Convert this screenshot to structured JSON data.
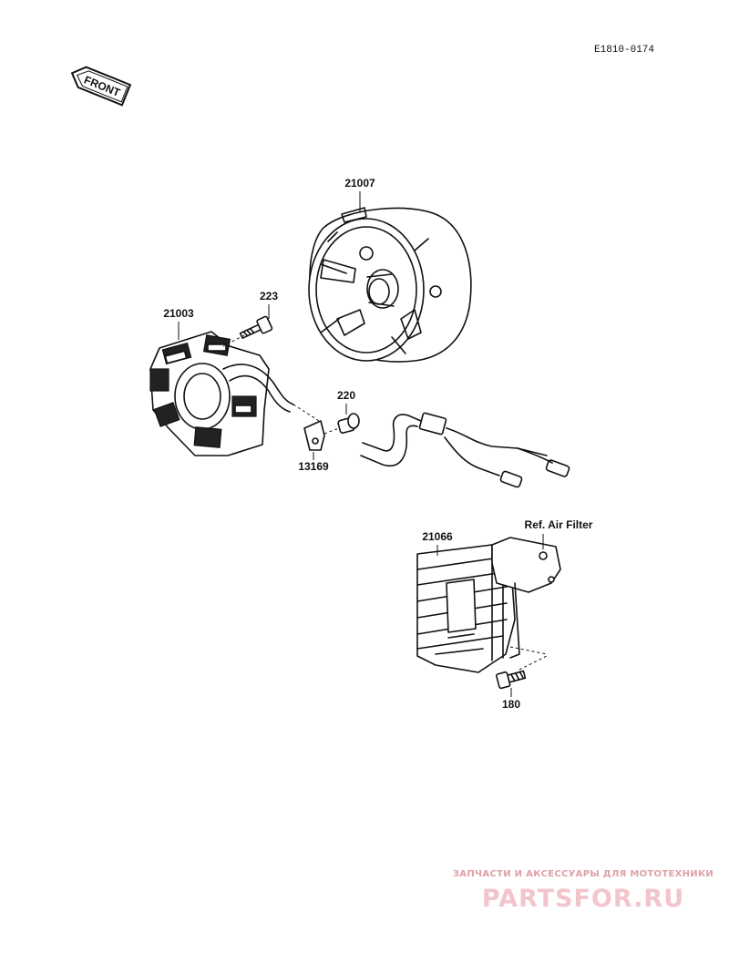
{
  "diagram_code": "E1810-0174",
  "front_label": "FRONT",
  "parts": {
    "flywheel": "21007",
    "stator": "21003",
    "stator_bolt": "223",
    "plate": "13169",
    "grommet": "220",
    "regulator": "21066",
    "regulator_bolt": "180"
  },
  "reference_label": "Ref. Air Filter",
  "watermark": {
    "tagline": "ЗАПЧАСТИ И АКСЕССУАРЫ ДЛЯ МОТОТЕХНИКИ",
    "brand": "PARTSFOR.RU"
  }
}
